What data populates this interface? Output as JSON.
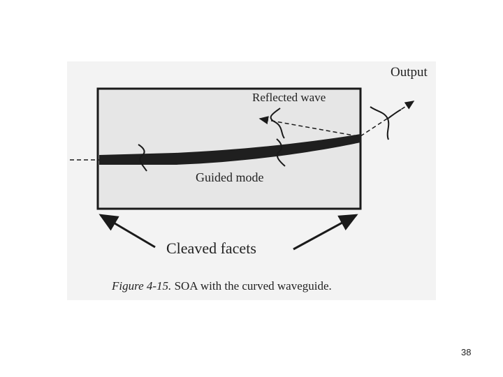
{
  "labels": {
    "output": "Output",
    "reflected_wave": "Reflected wave",
    "guided_mode": "Guided mode",
    "cleaved_facets": "Cleaved facets"
  },
  "caption": {
    "figure_ref": "Figure 4-15.",
    "text": "SOA with the curved waveguide."
  },
  "page_number": "38",
  "colors": {
    "ink": "#1a1a1a",
    "scan_bg": "#f3f3f3"
  }
}
